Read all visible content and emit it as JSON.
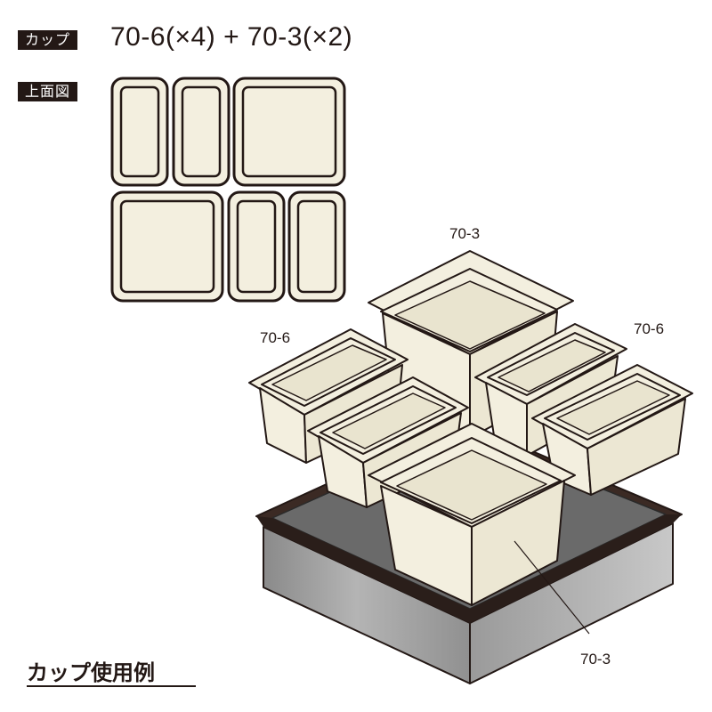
{
  "header": {
    "badge_label": "カップ",
    "title": "70-6(×4) + 70-3(×2)"
  },
  "top_view": {
    "badge_label": "上面図"
  },
  "illustration": {
    "labels": {
      "back_square": "70-3",
      "left_rect": "70-6",
      "right_rect": "70-6",
      "front_square": "70-3"
    }
  },
  "footer": {
    "caption": "カップ使用例"
  },
  "colors": {
    "cup_fill": "#f3efdf",
    "outline": "#231815",
    "tray_dark": "#6b6b6b",
    "tray_rim": "#3b2a24"
  }
}
